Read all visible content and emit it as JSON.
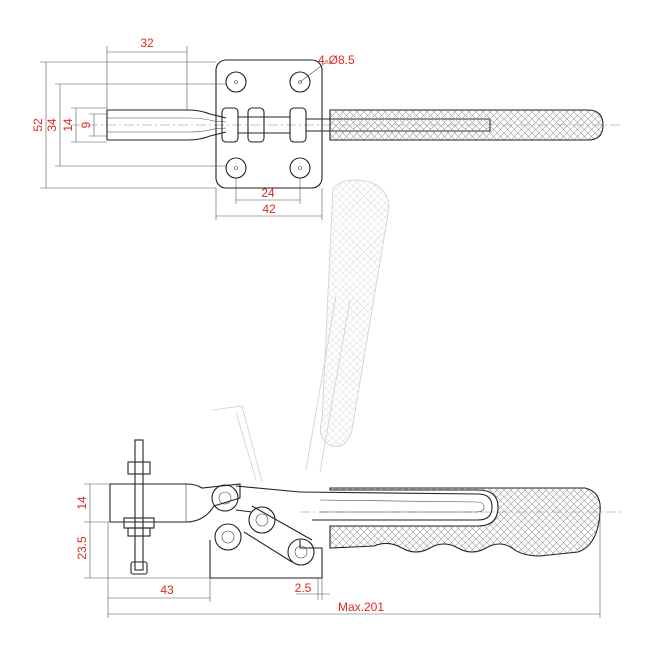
{
  "top_view": {
    "labels": {
      "width_32": "32",
      "holes": "4-Ø8.5",
      "height_52": "52",
      "height_34": "34",
      "height_14": "14",
      "height_9": "9",
      "width_24": "24",
      "width_42": "42"
    }
  },
  "side_view": {
    "labels": {
      "height_14": "14",
      "height_23_5": "23.5",
      "width_43": "43",
      "offset_2_5": "2.5",
      "overall_length": "Max.201"
    }
  },
  "colors": {
    "dimension_text": "#e0281e",
    "outline": "#222222",
    "ghost_outline": "#cfcfcf"
  }
}
